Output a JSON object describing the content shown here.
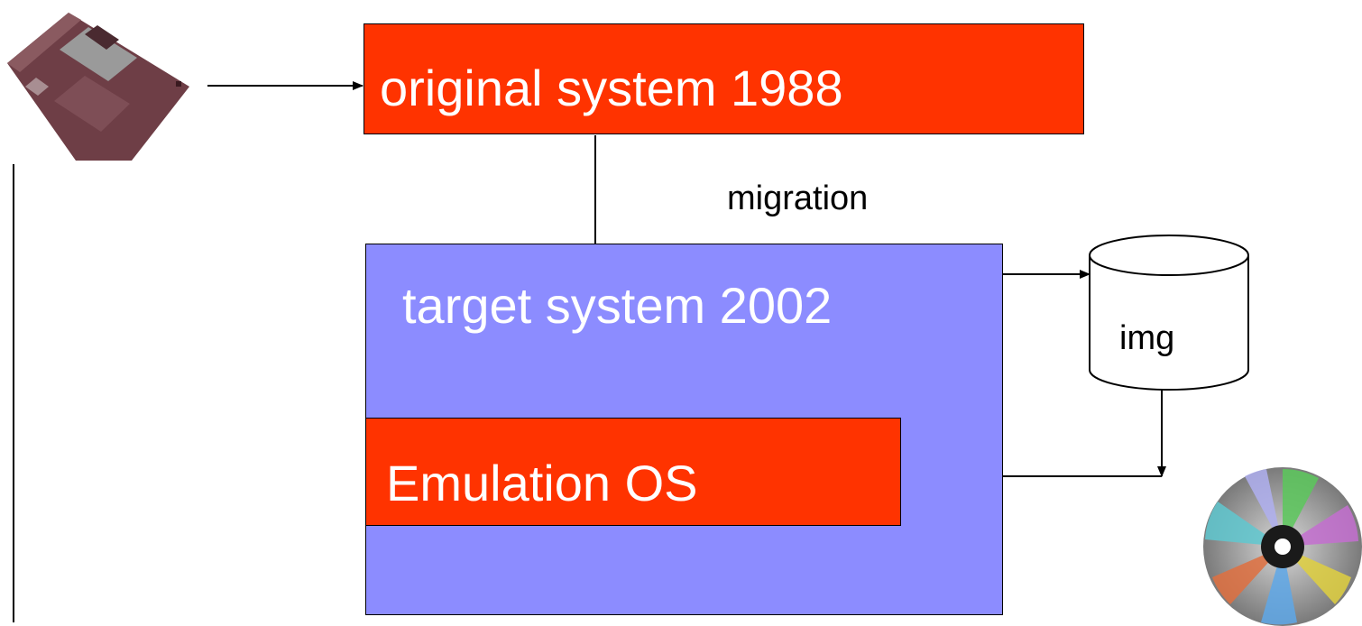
{
  "diagram": {
    "original_system": "original system 1988",
    "target_system": "target system 2002",
    "emulation_os": "Emulation OS",
    "migration": "migration",
    "image_store": "img"
  },
  "icons": {
    "floppy": "floppy-disk-icon",
    "cd": "cd-disc-icon"
  },
  "colors": {
    "original_system": "#ff3300",
    "target_system": "#8c8cff",
    "emulation_os": "#ff3300",
    "label_text": "#ffffff",
    "lines": "#000000"
  }
}
